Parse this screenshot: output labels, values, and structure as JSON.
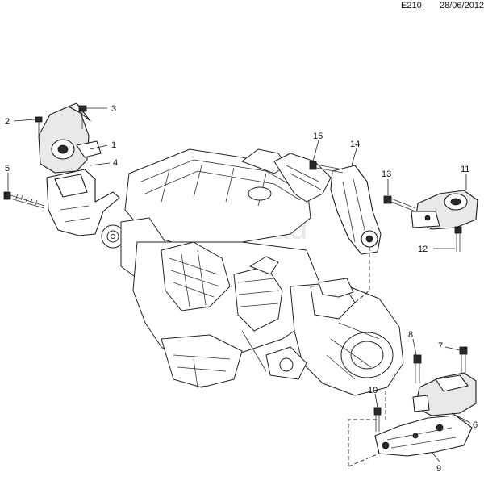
{
  "header": {
    "code": "E210",
    "date": "28/06/2012"
  },
  "callouts": [
    "1",
    "2",
    "3",
    "4",
    "5",
    "6",
    "7",
    "8",
    "9",
    "10",
    "11",
    "12",
    "13",
    "14",
    "15"
  ],
  "watermark": "autoklad"
}
